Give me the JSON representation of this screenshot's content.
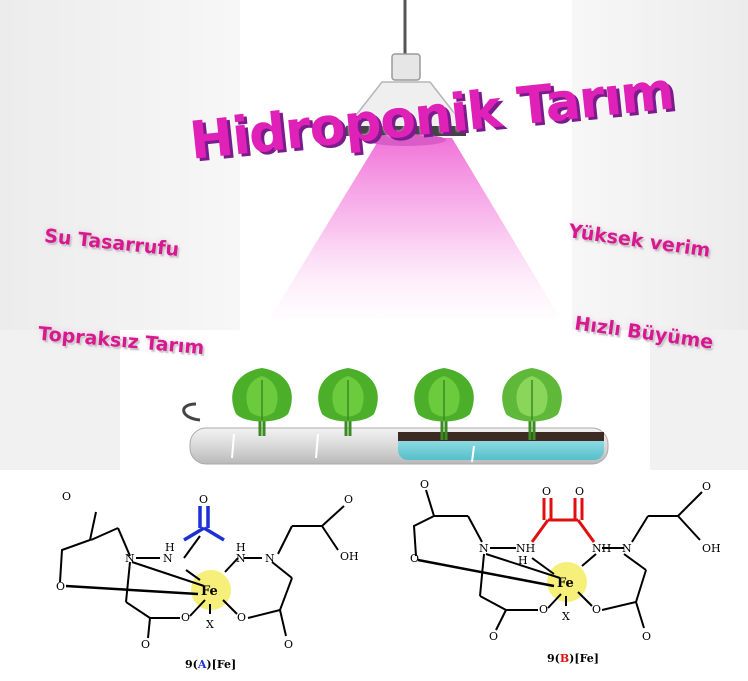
{
  "title": "Hidroponik Tarım",
  "features": {
    "left_top": "Su Tasarrufu",
    "left_bottom": "Topraksız Tarım",
    "right_top": "Yüksek verim",
    "right_bottom": "Hızlı Büyüme"
  },
  "structures": [
    {
      "caption_prefix": "9(",
      "caption_letter": "A",
      "caption_suffix": ")[Fe]",
      "bridge_color": "#1d2fd6",
      "atoms": {
        "fe": "Fe",
        "x": "X",
        "n": "N",
        "h": "H",
        "nh": "NH",
        "o": "O",
        "oh": "OH"
      }
    },
    {
      "caption_prefix": "9(",
      "caption_letter": "B",
      "caption_suffix": ")[Fe]",
      "bridge_color": "#e01010",
      "atoms": {
        "fe": "Fe",
        "x": "X",
        "n": "N",
        "h": "H",
        "nh": "NH",
        "o": "O",
        "oh": "OH"
      }
    }
  ],
  "colors": {
    "title": "#e021b8",
    "labels": "#d8188f",
    "lamp_light": "#f7a8e8",
    "plant_green": "#4caf2a",
    "water": "#7fd6e0",
    "fe_highlight": "#f4ec5a"
  }
}
